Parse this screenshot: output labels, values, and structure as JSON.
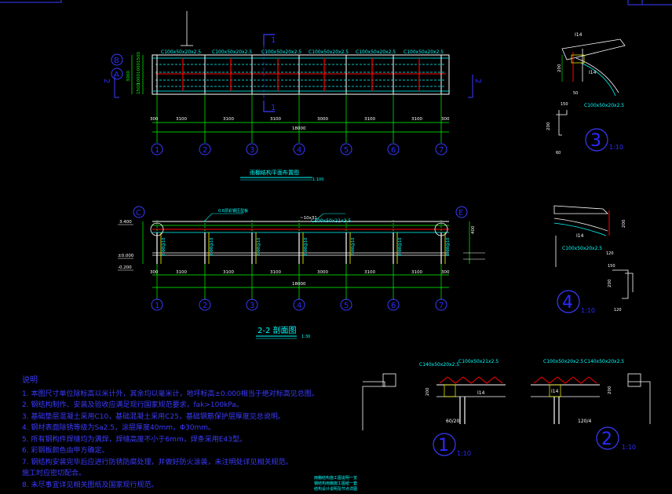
{
  "plan": {
    "axis_letters": [
      "B",
      "A"
    ],
    "section_marks": [
      "1",
      "1"
    ],
    "side_marks": [
      "2",
      "2"
    ],
    "purlin_labels": [
      "C100x50x20x2.5",
      "C100x50x20x2.5",
      "C100x50x20x2.5",
      "C100x50x20x2.5",
      "C100x50x20x2.5",
      "C100x50x20x2.5"
    ],
    "left_dims": [
      "1500",
      "1000",
      "3000",
      "1000",
      "1500"
    ],
    "bay_dims": [
      "300",
      "3100",
      "3100",
      "3100",
      "3000",
      "3100",
      "3100",
      "300"
    ],
    "total_dim": "18000",
    "axis_numbers": [
      "1",
      "2",
      "3",
      "4",
      "5",
      "6",
      "7"
    ],
    "title": "雨棚结构平面布置图",
    "scale": "1:100"
  },
  "elevation": {
    "axis_left": "C",
    "axis_right": "E",
    "top_label": "0.6厚彩钢压型板",
    "beam_label": "C100x50x21x2.5",
    "angle_label": "~10x31",
    "left_levels": [
      "3.400",
      "±0.000",
      "-0.200"
    ],
    "right_dim": "400",
    "column_labels": [
      "2-Φ8@10",
      "2-Φ8@10",
      "2-Φ8@10",
      "2-Φ8@10",
      "2-Φ8@10",
      "2-Φ8@10",
      "2-Φ8@10"
    ],
    "bay_dims": [
      "300",
      "3100",
      "3100",
      "3100",
      "3000",
      "3100",
      "3100",
      "300"
    ],
    "total_dim": "18000",
    "axis_numbers": [
      "1",
      "2",
      "3",
      "4",
      "5",
      "6",
      "7"
    ],
    "title": "2-2 剖面图",
    "scale": "1:30"
  },
  "detail3": {
    "labels": [
      "I14",
      "C100x50x20x2.5",
      "200",
      "50",
      "150",
      "200",
      "60"
    ],
    "number": "3",
    "scale": "1:10"
  },
  "detail4": {
    "labels": [
      "I14",
      "C100x50x20x2.5",
      "200",
      "120",
      "150",
      "200",
      "120"
    ],
    "number": "4",
    "scale": "1:10"
  },
  "detail1": {
    "labels": [
      "C140x50x20x2.5",
      "C100x50x21x2.5",
      "I14",
      "200",
      "60/20"
    ],
    "number": "1",
    "scale": "1:10"
  },
  "detail2": {
    "labels": [
      "C100x50x20x2.5",
      "C140x50x20x2.5",
      "I14",
      "200",
      "120/4"
    ],
    "number": "2",
    "scale": "1:10"
  },
  "notes": {
    "title": "说明",
    "lines": [
      "1. 本图尺寸单位除标高以米计外，其余均以毫米计，地坪标高±0.000相当于绝对标高见总图。",
      "2. 钢结构制作、安装及验收应满足现行国家规范要求，fak>100kPa。",
      "3. 基础垫层混凝土采用C10，基础混凝土采用C25，基础钢筋保护层厚度见总说明。",
      "4. 钢材表面除锈等级为Sa2.5，涂层厚度40mm，Φ30mm。",
      "5. 所有钢构件焊缝均为满焊，焊缝高度不小于6mm，焊条采用E43型。",
      "6. 彩钢板颜色由甲方确定。",
      "7. 钢结构安装完毕后应进行防锈防腐处理，并做好防火涂装，未注明处详见相关规范。",
      "   施工时应密切配合。",
      "8. 未尽事宜详见相关图纸及国家现行规范。"
    ]
  },
  "bottom_note": [
    "雨棚结构施工图说明一览",
    "钢结构雨棚施工图纸一套",
    "结构设计说明及节点详图"
  ]
}
